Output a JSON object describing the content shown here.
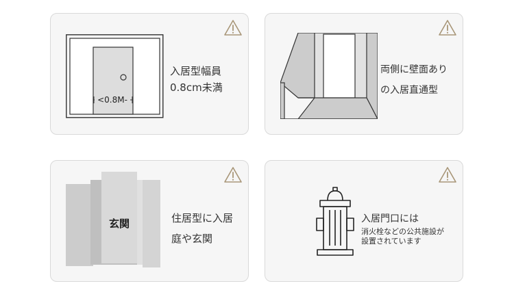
{
  "cards": [
    {
      "lines": [
        "入居型幅員",
        "0.8cm未満"
      ],
      "measure": "0.8M",
      "icon": "warning-triangle-icon"
    },
    {
      "lines": [
        "両側に壁面あり",
        "の入居直通型"
      ],
      "icon": "warning-triangle-icon"
    },
    {
      "lines": [
        "住居型に入居",
        "庭や玄関"
      ],
      "building_label": "玄関",
      "icon": "warning-triangle-icon"
    },
    {
      "title": "入居門口には",
      "lines": [
        "消火栓などの公共施設が",
        "設置されています"
      ],
      "icon": "warning-triangle-icon"
    }
  ],
  "colors": {
    "accent": "#a89678",
    "card_bg": "#f6f6f6",
    "card_border": "#d9d9d9",
    "illustration_gray": "#cccccc",
    "outline": "#333333"
  }
}
